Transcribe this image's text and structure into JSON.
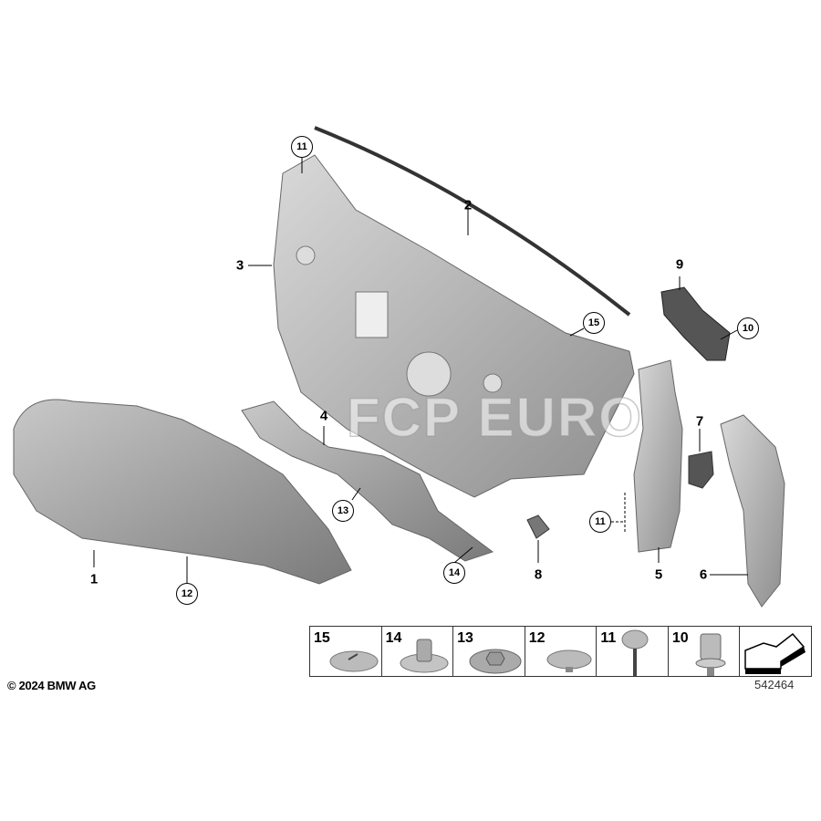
{
  "callouts": {
    "plain": [
      "1",
      "2",
      "3",
      "4",
      "5",
      "6",
      "7",
      "8",
      "9"
    ],
    "circled": [
      "10",
      "11",
      "11",
      "12",
      "13",
      "14",
      "15"
    ]
  },
  "legend": [
    "15",
    "14",
    "13",
    "12",
    "11",
    "10"
  ],
  "copyright": "© 2024 BMW AG",
  "diagram_number": "542464",
  "watermark": "FCP EURO"
}
